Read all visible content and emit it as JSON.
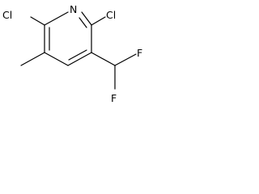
{
  "molecule": {
    "atoms": {
      "cl_left": "Cl",
      "nitrogen": "N",
      "cl_right": "Cl",
      "fluorine_top": "F",
      "fluorine_bottom": "F"
    }
  }
}
